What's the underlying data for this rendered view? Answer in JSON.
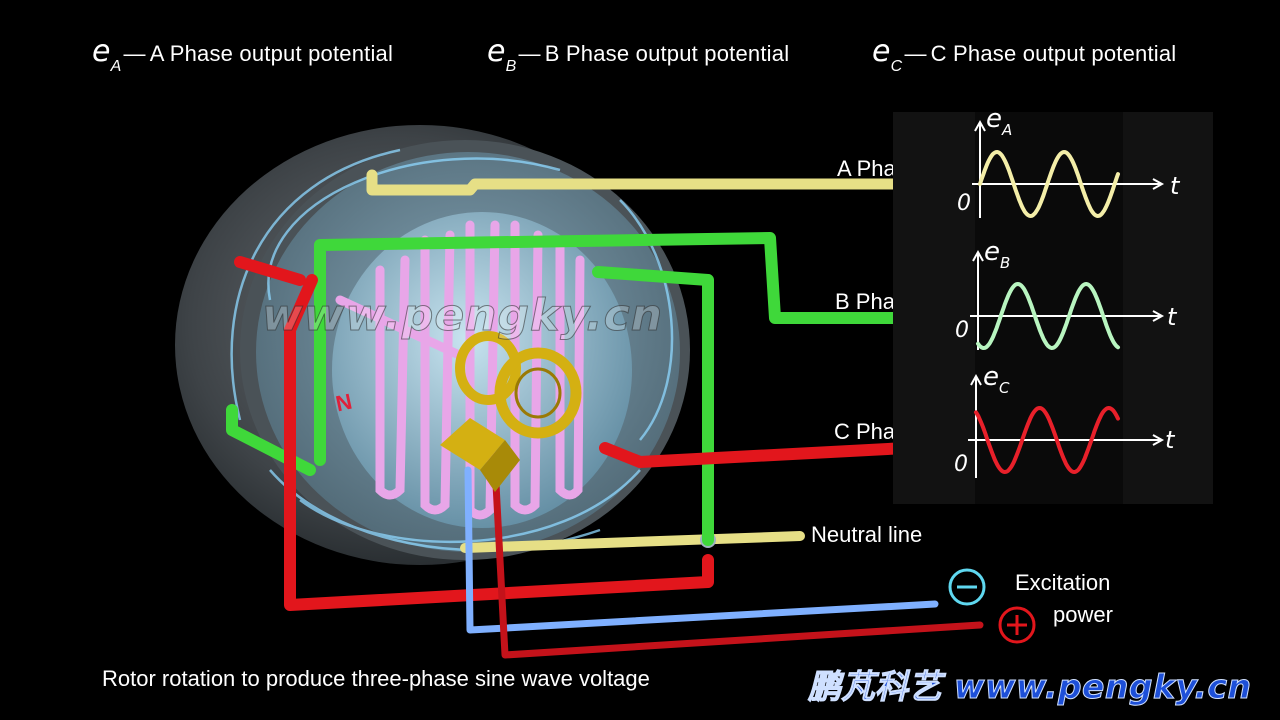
{
  "legend": [
    {
      "symbol": "e",
      "sub": "A",
      "text": "A Phase output potential"
    },
    {
      "symbol": "e",
      "sub": "B",
      "text": "B Phase output potential"
    },
    {
      "symbol": "e",
      "sub": "C",
      "text": "C Phase output potential"
    }
  ],
  "phase_labels": {
    "a": "A Phase",
    "b": "B Phase",
    "c": "C Phase",
    "neutral": "Neutral line"
  },
  "excitation": {
    "line1": "Excitation",
    "line2": "power",
    "minus": "−",
    "plus": "+"
  },
  "waveforms": [
    {
      "symbol": "e",
      "sub": "A",
      "axis": "t",
      "origin": "0",
      "color": "#f4eea8"
    },
    {
      "symbol": "e",
      "sub": "B",
      "axis": "t",
      "origin": "0",
      "color": "#b8f5c0"
    },
    {
      "symbol": "e",
      "sub": "C",
      "axis": "t",
      "origin": "0",
      "color": "#e8202a"
    }
  ],
  "rotor_pole": "N",
  "caption": "Rotor rotation to produce three-phase sine wave voltage",
  "watermark": "www.pengky.cn",
  "brand": "鹏芃科艺 www.pengky.cn",
  "colors": {
    "phase_a": "#e6df86",
    "phase_b": "#3fd83a",
    "phase_c": "#e2161c",
    "dc_negative": "#7fb0ff",
    "dc_positive": "#c4121a",
    "slip_rings": "#d4b012"
  }
}
